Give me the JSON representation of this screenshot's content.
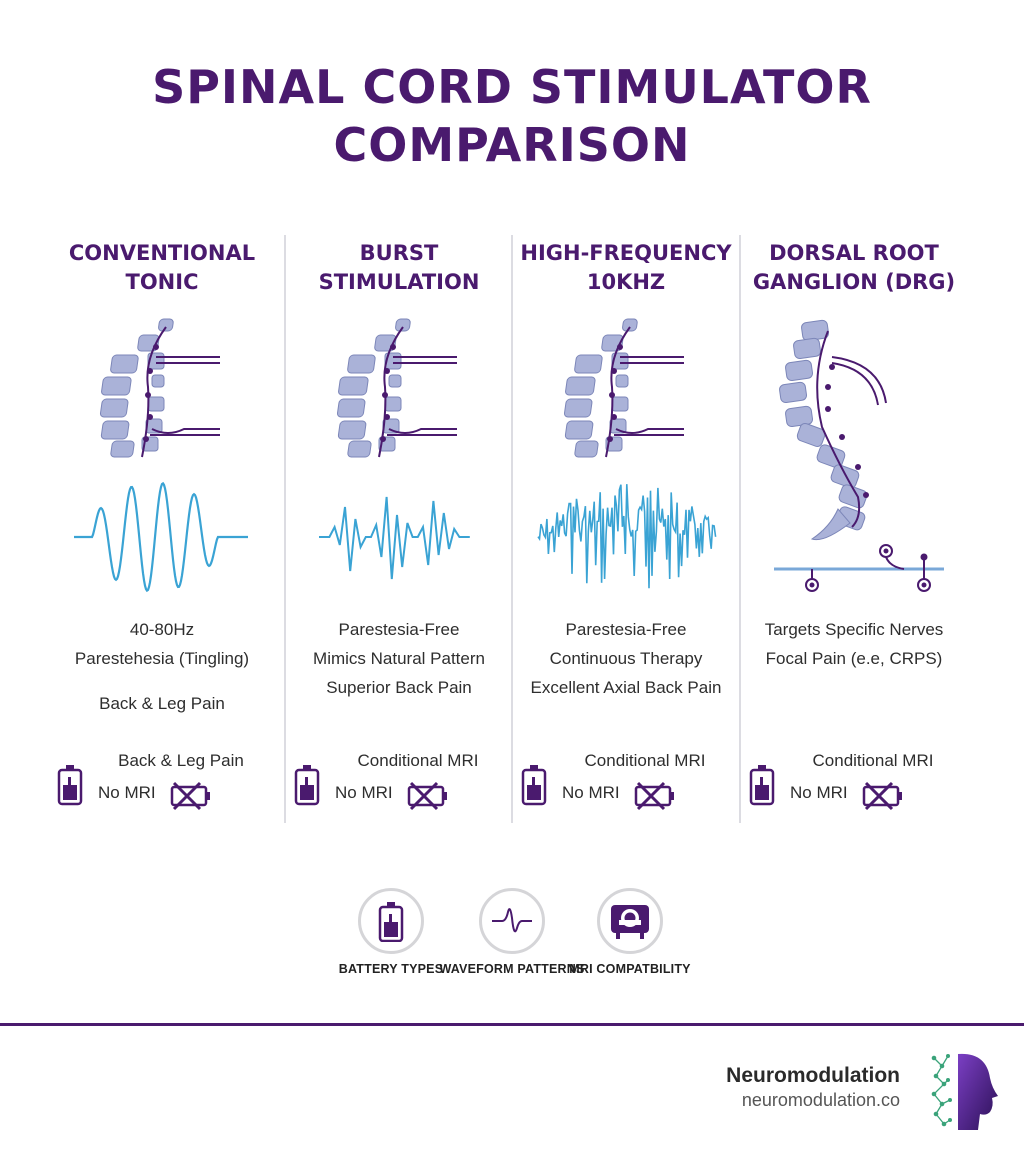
{
  "title": {
    "line1": "SPINAL CORD STIMULATOR",
    "line2": "COMPARISON"
  },
  "colors": {
    "purple": "#4a1a6e",
    "spine": "#aab2d8",
    "wave": "#3aa3d4"
  },
  "columns": [
    {
      "title1": "CONVENTIONAL",
      "title2": "TONIC",
      "features": [
        "40-80Hz",
        "Parestehesia (Tingling)",
        "Back & Leg Pain"
      ],
      "meta_line1": "Back & Leg Pain",
      "meta_line2": "No MRI",
      "waveform": "sine"
    },
    {
      "title1": "BURST",
      "title2": "STIMULATION",
      "features": [
        "Parestesia-Free",
        "Mimics Natural Pattern",
        "Superior Back Pain"
      ],
      "meta_line1": "Conditional MRI",
      "meta_line2": "No MRI",
      "waveform": "burst"
    },
    {
      "title1": "HIGH-FREQUENCY",
      "title2": "10KHZ",
      "features": [
        "Parestesia-Free",
        "Continuous Therapy",
        "Excellent Axial Back Pain"
      ],
      "meta_line1": "Conditional MRI",
      "meta_line2": "No MRI",
      "waveform": "high-frequency"
    },
    {
      "title1": "DORSAL ROOT",
      "title2": "GANGLION (DRG)",
      "features": [
        "Targets Specific Nerves",
        "Focal Pain (e.e, CRPS)"
      ],
      "meta_line1": "Conditional MRI",
      "meta_line2": "No MRI",
      "waveform": "none"
    }
  ],
  "legend": [
    {
      "label": "BATTERY TYPES",
      "icon": "battery-icon"
    },
    {
      "label": "WAVEFORM PATTERNS",
      "icon": "waveform-icon"
    },
    {
      "label": "MRI COMPATBILITY",
      "icon": "mri-scanner-icon"
    }
  ],
  "brand": {
    "name": "Neuromodulation",
    "url": "neuromodulation.co"
  }
}
